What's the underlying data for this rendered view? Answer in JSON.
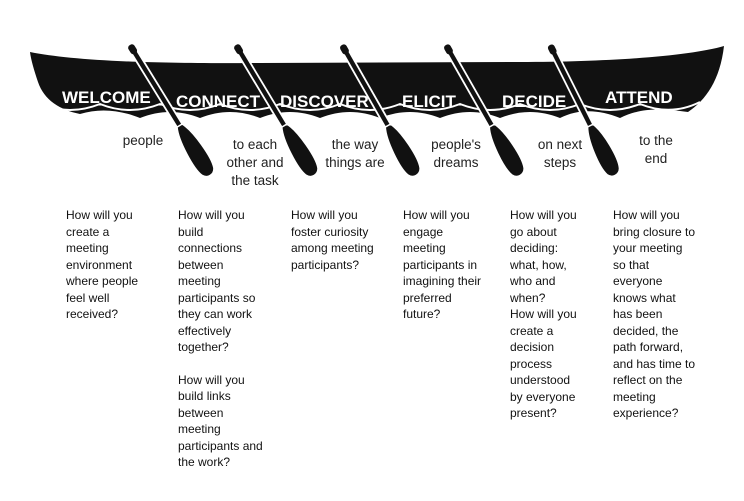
{
  "stages": [
    {
      "title": "WELCOME",
      "subtitle": [
        "people"
      ],
      "questions": [
        "How will you create a meeting environment where people feel well received?"
      ]
    },
    {
      "title": "CONNECT",
      "subtitle": [
        "to each",
        "other and",
        "the task"
      ],
      "questions": [
        "How will you build connections between meeting participants so they can work effectively together?",
        "How will you build links between meeting participants and the work?"
      ]
    },
    {
      "title": "DISCOVER",
      "subtitle": [
        "the way",
        "things are"
      ],
      "questions": [
        "How will you foster curiosity among meeting participants?"
      ]
    },
    {
      "title": "ELICIT",
      "subtitle": [
        "people's",
        "dreams"
      ],
      "questions": [
        "How will you engage meeting participants in imagining their preferred future?"
      ]
    },
    {
      "title": "DECIDE",
      "subtitle": [
        "on next",
        "steps"
      ],
      "questions": [
        "How will you go about deciding: what, how, who and when?",
        "How will you create a decision process understood by everyone present?"
      ]
    },
    {
      "title": "ATTEND",
      "subtitle": [
        "to the",
        "end"
      ],
      "questions": [
        "How will you bring closure to your meeting so that everyone knows what has been decided, the path forward, and has time to reflect on the meeting experience?"
      ]
    }
  ],
  "colors": {
    "canoe": "#111111",
    "text_on_canoe": "#ffffff",
    "text": "#111111"
  }
}
